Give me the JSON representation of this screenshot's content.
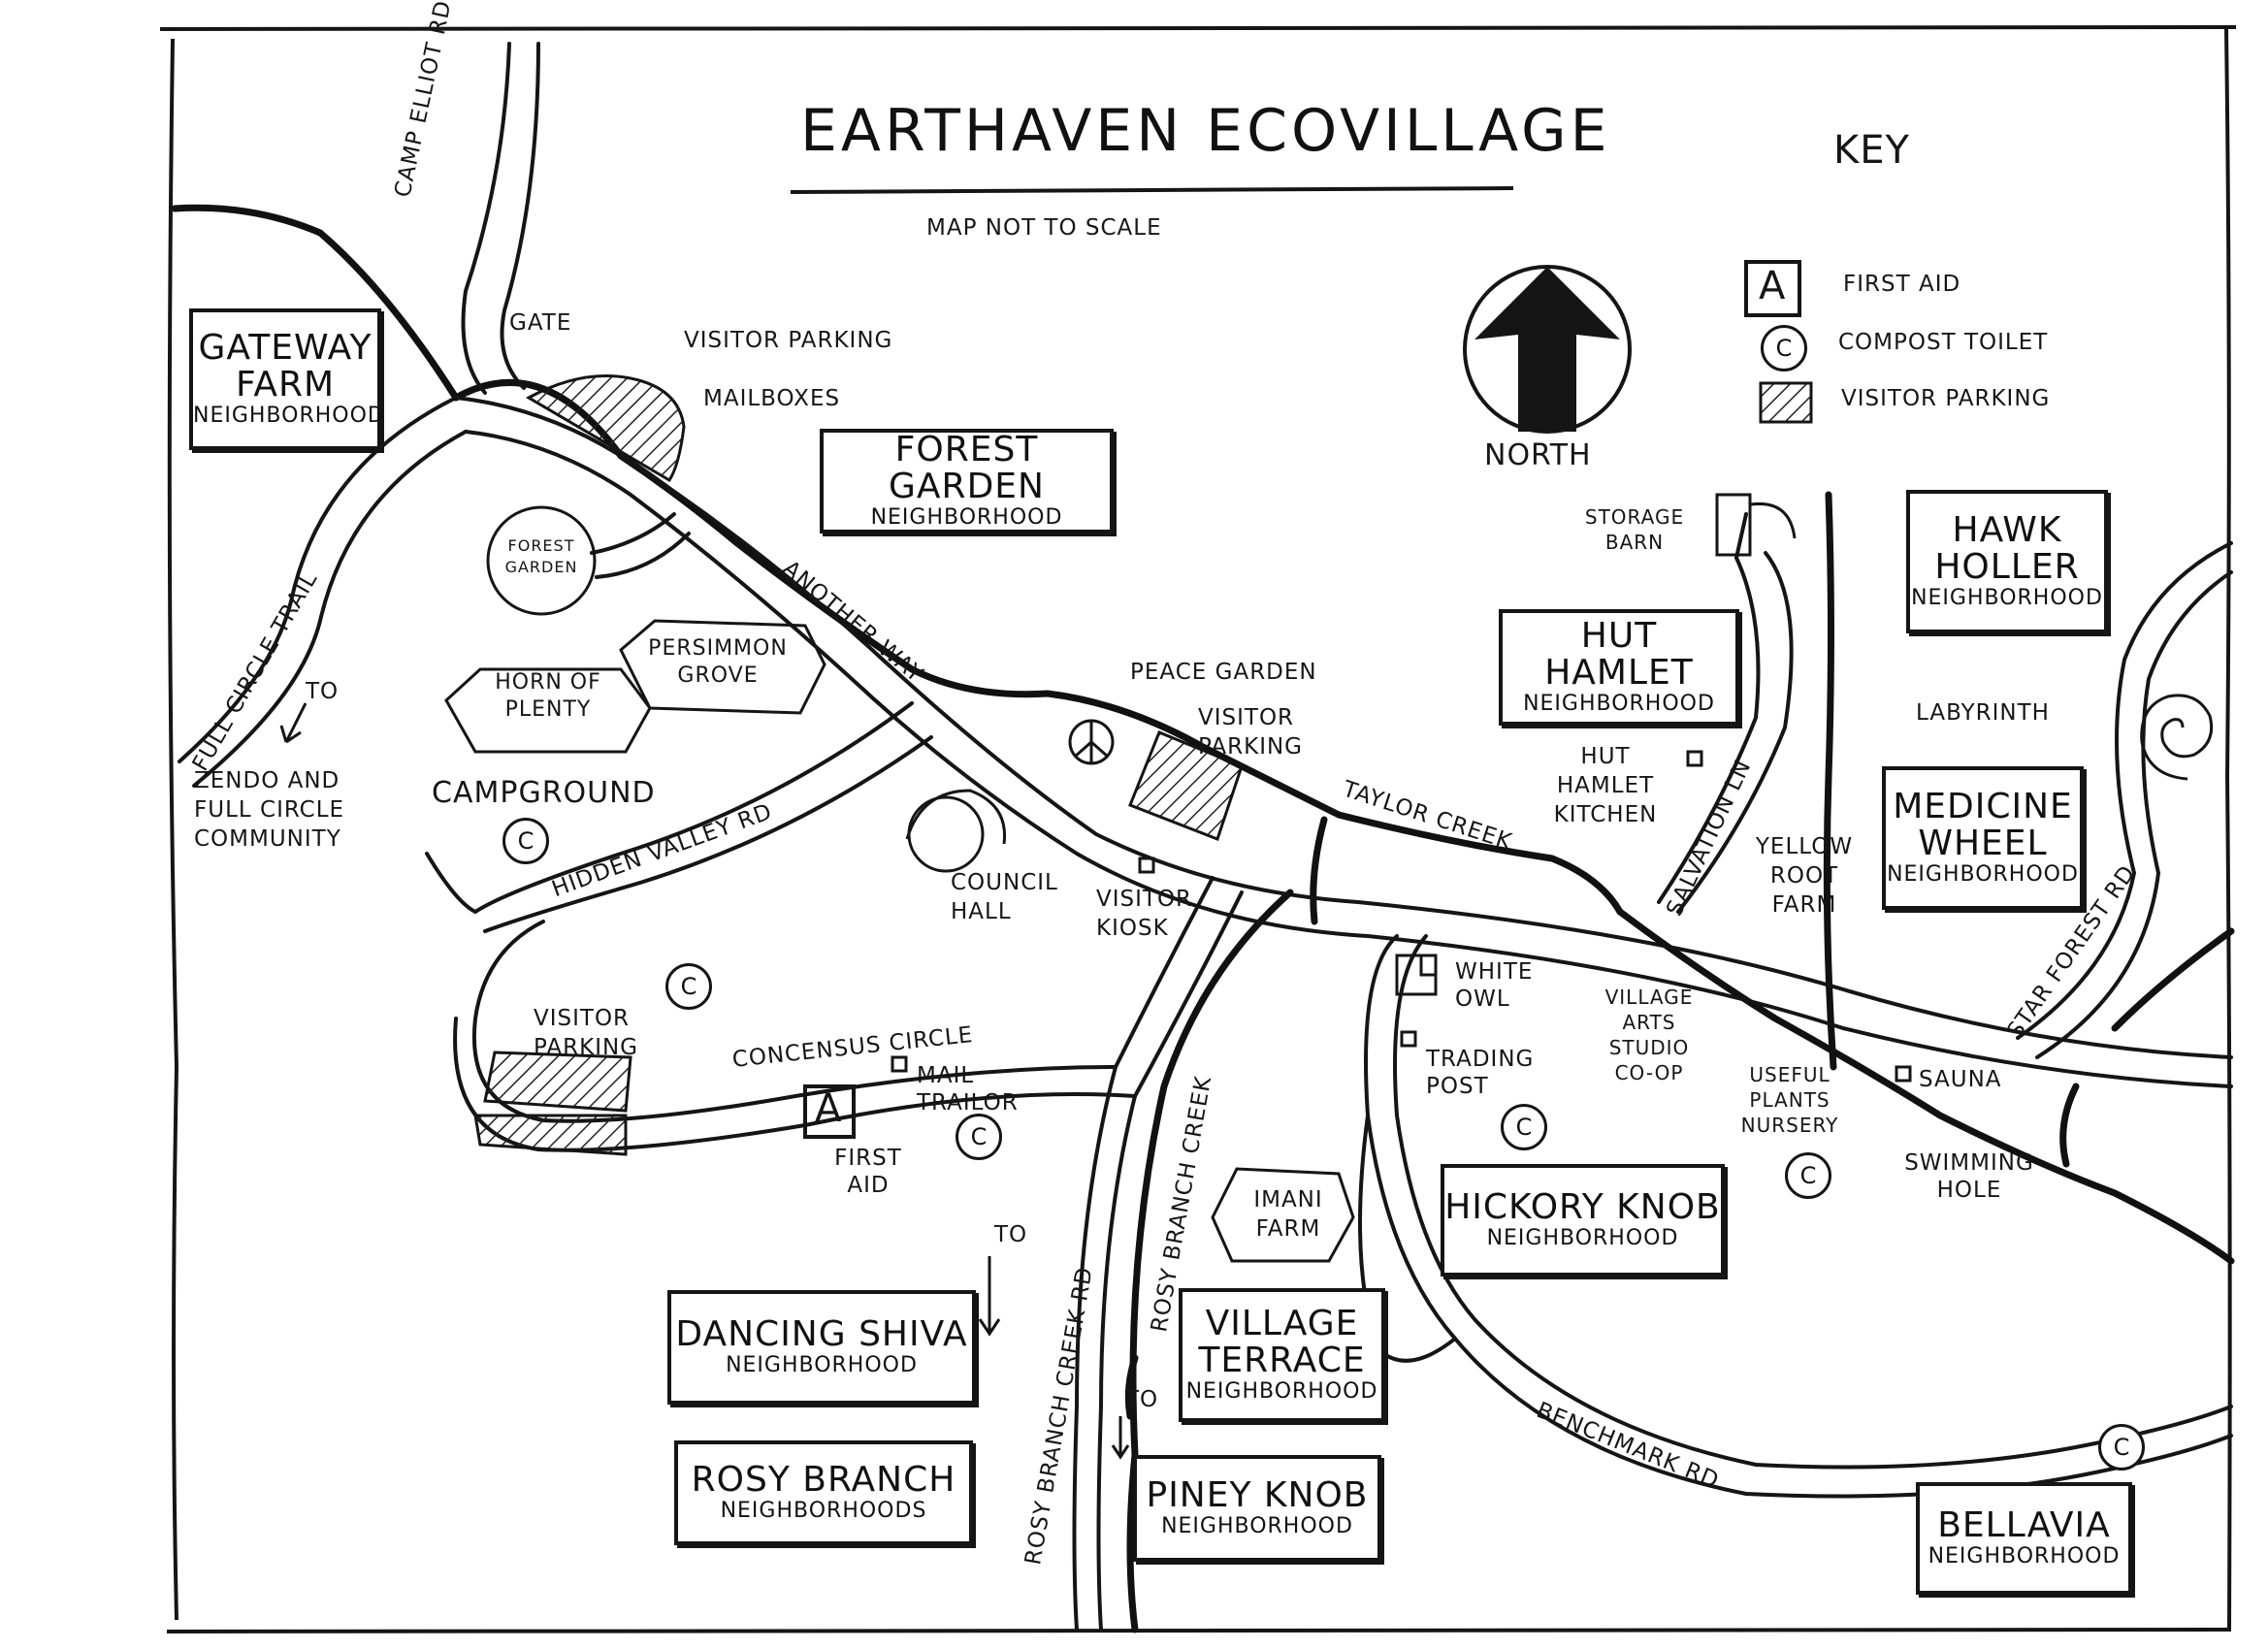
{
  "title": "EARTHAVEN ECOVILLAGE",
  "subtitle": "MAP NOT TO SCALE",
  "key": {
    "heading": "KEY",
    "first_aid_symbol": "A",
    "first_aid": "FIRST AID",
    "compost_symbol": "C",
    "compost": "COMPOST TOILET",
    "visitor_parking": "VISITOR PARKING"
  },
  "north": "NORTH",
  "neighborhoods": {
    "gateway": {
      "name": "GATEWAY FARM",
      "sub": "NEIGHBORHOOD"
    },
    "forest_garden": {
      "name": "FOREST GARDEN",
      "sub": "NEIGHBORHOOD"
    },
    "hut_hamlet": {
      "name": "HUT HAMLET",
      "sub": "NEIGHBORHOOD"
    },
    "hawk_holler": {
      "name": "HAWK HOLLER",
      "sub": "NEIGHBORHOOD"
    },
    "medicine_wheel": {
      "name": "MEDICINE WHEEL",
      "sub": "NEIGHBORHOOD"
    },
    "hickory_knob": {
      "name": "HICKORY KNOB",
      "sub": "NEIGHBORHOOD"
    },
    "dancing_shiva": {
      "name": "DANCING SHIVA",
      "sub": "NEIGHBORHOOD"
    },
    "rosy_branch": {
      "name": "ROSY BRANCH",
      "sub": "NEIGHBORHOODS"
    },
    "village_terrace": {
      "name": "VILLAGE TERRACE",
      "sub": "NEIGHBORHOOD"
    },
    "piney_knob": {
      "name": "PINEY KNOB",
      "sub": "NEIGHBORHOOD"
    },
    "bellavia": {
      "name": "BELLAVIA",
      "sub": "NEIGHBORHOOD"
    }
  },
  "labels": {
    "camp_elliot_rd": "CAMP ELLIOT RD",
    "gate": "GATE",
    "visitor_parking_top": "VISITOR PARKING",
    "mailboxes": "MAILBOXES",
    "forest_garden_small": "FOREST GARDEN",
    "full_circle_trail": "FULL CIRCLE TRAIL",
    "to_zendo": "TO",
    "zendo": "ZENDO AND FULL CIRCLE COMMUNITY",
    "another_way": "ANOTHER WAY",
    "persimmon_grove": "PERSIMMON GROVE",
    "horn_of_plenty": "HORN OF PLENTY",
    "campground": "CAMPGROUND",
    "hidden_valley_rd": "HIDDEN VALLEY RD",
    "peace_garden": "PEACE GARDEN",
    "visitor_parking_mid": "VISITOR PARKING",
    "council_hall": "COUNCIL HALL",
    "visitor_kiosk": "VISITOR KIOSK",
    "taylor_creek": "TAYLOR CREEK",
    "storage_barn": "STORAGE BARN",
    "hut_hamlet_kitchen": "HUT HAMLET KITCHEN",
    "salvation_ln": "SALVATION LN",
    "yellow_root_farm": "YELLOW ROOT FARM",
    "labyrinth": "LABYRINTH",
    "star_forest_rd": "STAR FOREST RD",
    "white_owl": "WHITE OWL",
    "trading_post": "TRADING POST",
    "village_arts": "VILLAGE ARTS STUDIO CO-OP",
    "useful_plants": "USEFUL PLANTS NURSERY",
    "sauna": "SAUNA",
    "swimming_hole": "SWIMMING HOLE",
    "visitor_parking_left": "VISITOR PARKING",
    "concensus_circle": "CONCENSUS CIRCLE",
    "mail_trailer": "MAIL TRAILOR",
    "first_aid": "FIRST AID",
    "rosy_branch_creek_rd": "ROSY BRANCH CREEK RD",
    "rosy_branch_creek": "ROSY BRANCH CREEK",
    "imani_farm": "IMANI FARM",
    "to_left": "TO",
    "to_piney": "TO",
    "benchmark_rd": "BENCHMARK RD"
  }
}
